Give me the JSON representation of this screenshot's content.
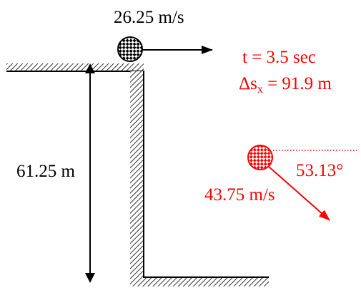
{
  "initial_velocity_label": "26.25 m/s",
  "height_label": "61.25 m",
  "time_label": "t = 3.5 sec",
  "displacement": {
    "prefix": "Δs",
    "subscript": "x",
    "suffix": " = 91.9 m"
  },
  "final_velocity_label": "43.75 m/s",
  "angle_label": "53.13°",
  "colors": {
    "black": "#000000",
    "red": "#ff0000"
  }
}
